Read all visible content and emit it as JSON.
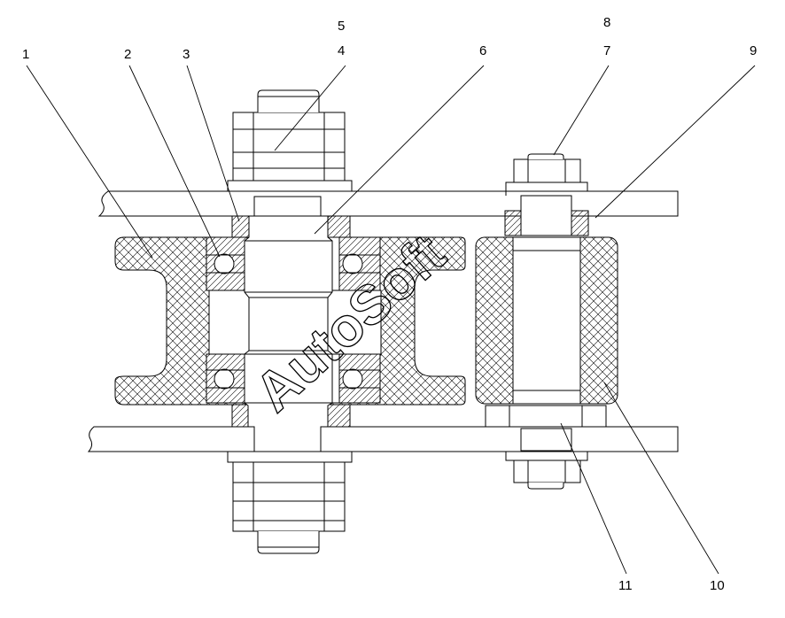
{
  "callouts": {
    "c1": "1",
    "c2": "2",
    "c3": "3",
    "c4": "4",
    "c5": "5",
    "c6": "6",
    "c7": "7",
    "c8": "8",
    "c9": "9",
    "c10": "10",
    "c11": "11"
  },
  "watermark": "AutoSoft",
  "colors": {
    "line": "#000000",
    "background": "#ffffff"
  }
}
